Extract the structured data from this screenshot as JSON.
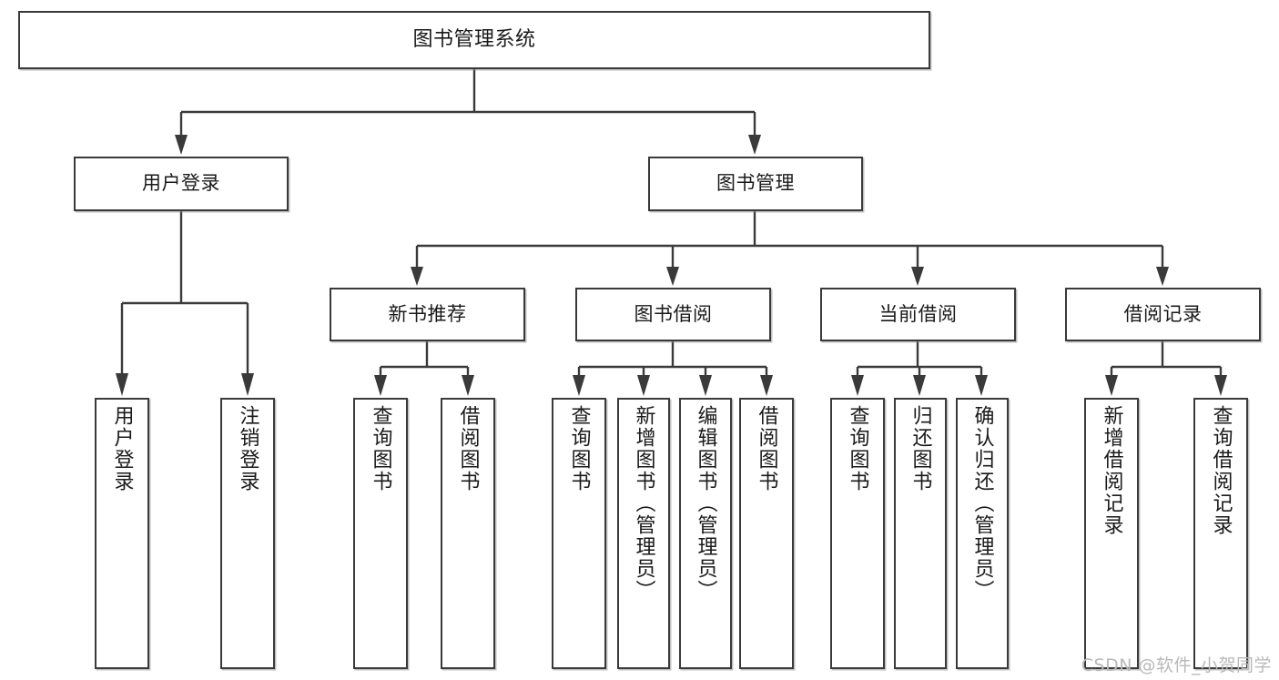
{
  "diagram": {
    "title": "图书管理系统",
    "watermark": "CSDN @软件_小贺同学",
    "colors": {
      "stroke": "#3a3a3a",
      "text": "#1a1a1a",
      "background": "#ffffff",
      "watermark": "#b9b9b9"
    },
    "levels": {
      "root": {
        "label": "图书管理系统"
      },
      "level2": [
        {
          "id": "user-login",
          "label": "用户登录"
        },
        {
          "id": "book-management",
          "label": "图书管理"
        }
      ],
      "level3": [
        {
          "id": "new-book-recommend",
          "label": "新书推荐"
        },
        {
          "id": "book-borrow",
          "label": "图书借阅"
        },
        {
          "id": "current-borrow",
          "label": "当前借阅"
        },
        {
          "id": "borrow-record",
          "label": "借阅记录"
        }
      ],
      "leaves": {
        "user-login": [
          {
            "id": "leaf-user-login",
            "label": "用户登录"
          },
          {
            "id": "leaf-user-logout",
            "label": "注销登录"
          }
        ],
        "new-book-recommend": [
          {
            "id": "leaf-query-book-1",
            "label": "查询图书"
          },
          {
            "id": "leaf-borrow-book-1",
            "label": "借阅图书"
          }
        ],
        "book-borrow": [
          {
            "id": "leaf-query-book-2",
            "label": "查询图书"
          },
          {
            "id": "leaf-add-book",
            "label": "新增图书（管理员）"
          },
          {
            "id": "leaf-edit-book",
            "label": "编辑图书（管理员）"
          },
          {
            "id": "leaf-borrow-book-2",
            "label": "借阅图书"
          }
        ],
        "current-borrow": [
          {
            "id": "leaf-query-book-3",
            "label": "查询图书"
          },
          {
            "id": "leaf-return-book",
            "label": "归还图书"
          },
          {
            "id": "leaf-confirm-return",
            "label": "确认归还（管理员）"
          }
        ],
        "borrow-record": [
          {
            "id": "leaf-add-record",
            "label": "新增借阅记录"
          },
          {
            "id": "leaf-query-record",
            "label": "查询借阅记录"
          }
        ]
      }
    }
  }
}
